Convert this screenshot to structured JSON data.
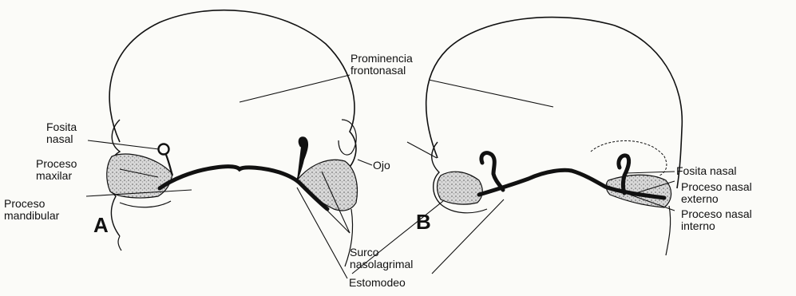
{
  "panels": [
    {
      "letter": "A"
    },
    {
      "letter": "B"
    }
  ],
  "labels": {
    "prominencia": [
      "Prominencia",
      "frontonasal"
    ],
    "ojo": "Ojo",
    "fosita_a": [
      "Fosita",
      "nasal"
    ],
    "proceso_maxilar": [
      "Proceso",
      "maxilar"
    ],
    "proceso_mandibular": [
      "Proceso",
      "mandibular"
    ],
    "surco": [
      "Surco",
      "nasolagrimal"
    ],
    "estomodeo": "Estomodeo",
    "fosita_b": "Fosita nasal",
    "nasal_externo": [
      "Proceso nasal",
      "externo"
    ],
    "nasal_interno": [
      "Proceso nasal",
      "interno"
    ]
  },
  "colors": {
    "ink": "#111111",
    "shading": "#bdbdbd",
    "paper": "#fbfbf8"
  }
}
